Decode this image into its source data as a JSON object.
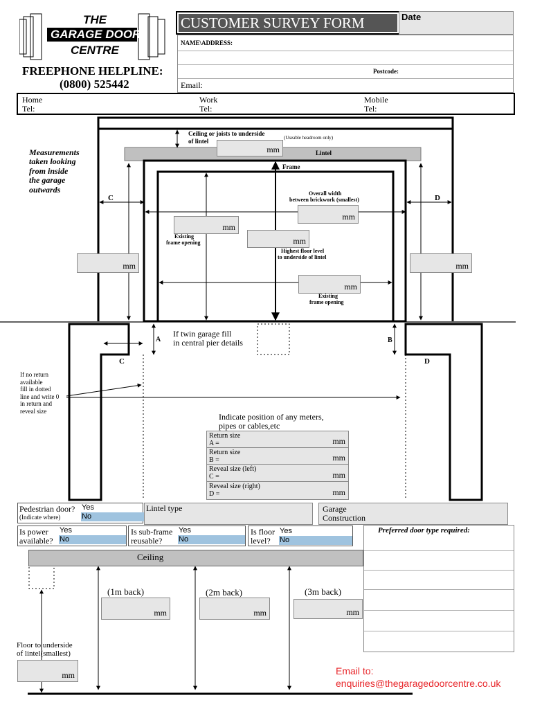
{
  "logo": {
    "line1": "THE",
    "line2": "GARAGE DOOR",
    "line3": "CENTRE"
  },
  "helpline": {
    "label": "FREEPHONE HELPLINE:",
    "number": "(0800) 525442"
  },
  "form_title": "CUSTOMER SURVEY FORM",
  "date_label": "Date",
  "name_address_label": "NAME\\ADDRESS:",
  "postcode_label": "Postcode:",
  "email_label": "Email:",
  "phones": {
    "home1": "Home",
    "home2": "Tel:",
    "work1": "Work",
    "work2": "Tel:",
    "mobile1": "Mobile",
    "mobile2": "Tel:"
  },
  "diagram": {
    "ceiling_label1": "Ceiling or joists to underside",
    "ceiling_label2": "of lintel",
    "headroom_note": "(Useable headroom only)",
    "lintel": "Lintel",
    "frame": "Frame",
    "measurements_note": [
      "Measurements",
      "taken looking",
      "from inside",
      "the garage",
      "outwards"
    ],
    "c": "C",
    "d": "D",
    "overall1": "Overall width",
    "overall2": "between brickwork (smallest)",
    "existing1a": "Existing",
    "existing1b": "frame opening",
    "highest1": "Highest floor level",
    "highest2": "to underside of lintel",
    "existing2a": "Existing",
    "existing2b": "frame opening",
    "mm": "mm",
    "a": "A",
    "b": "B",
    "twin1": "If twin garage fill",
    "twin2": "in central pier details",
    "noreturn": [
      "If no return",
      "available",
      "fill in dotted",
      "line and write 0",
      "in return and",
      "reveal size"
    ],
    "meters1": "Indicate position of any meters,",
    "meters2": "pipes or cables,etc"
  },
  "sizes": [
    {
      "label1": "Return size",
      "label2": "A  =",
      "unit": "mm"
    },
    {
      "label1": "Return size",
      "label2": "B  =",
      "unit": "mm"
    },
    {
      "label1": "Reveal size (left)",
      "label2": "C =",
      "unit": "mm"
    },
    {
      "label1": "Reveal size (right)",
      "label2": "D  =",
      "unit": "mm"
    }
  ],
  "questions": {
    "pedestrian1": "Pedestrian door?",
    "pedestrian2": "(Indicate where)",
    "yes": "Yes",
    "no": "No",
    "lintel_type": "Lintel type",
    "garage1": "Garage",
    "garage2": "Construction",
    "power1": "Is power",
    "power2": "available?",
    "subframe1": "Is sub-frame",
    "subframe2": "reusable?",
    "floor1": "Is floor",
    "floor2": "level?",
    "preferred": "Preferred door type required:"
  },
  "side": {
    "ceiling": "Ceiling",
    "back1": "(1m back)",
    "back2": "(2m back)",
    "back3": "(3m back)",
    "floor1": "Floor to underside",
    "floor2": "of lintel(smallest)"
  },
  "email_footer": {
    "label": "Email to:",
    "address": "enquiries@thegaragedoorcentre.co.uk"
  },
  "colors": {
    "field_grey": "#e6e6e6",
    "yesno_blue": "#9fc3df",
    "lintel_grey": "#c0c0c0",
    "email_red": "#e8262a"
  }
}
